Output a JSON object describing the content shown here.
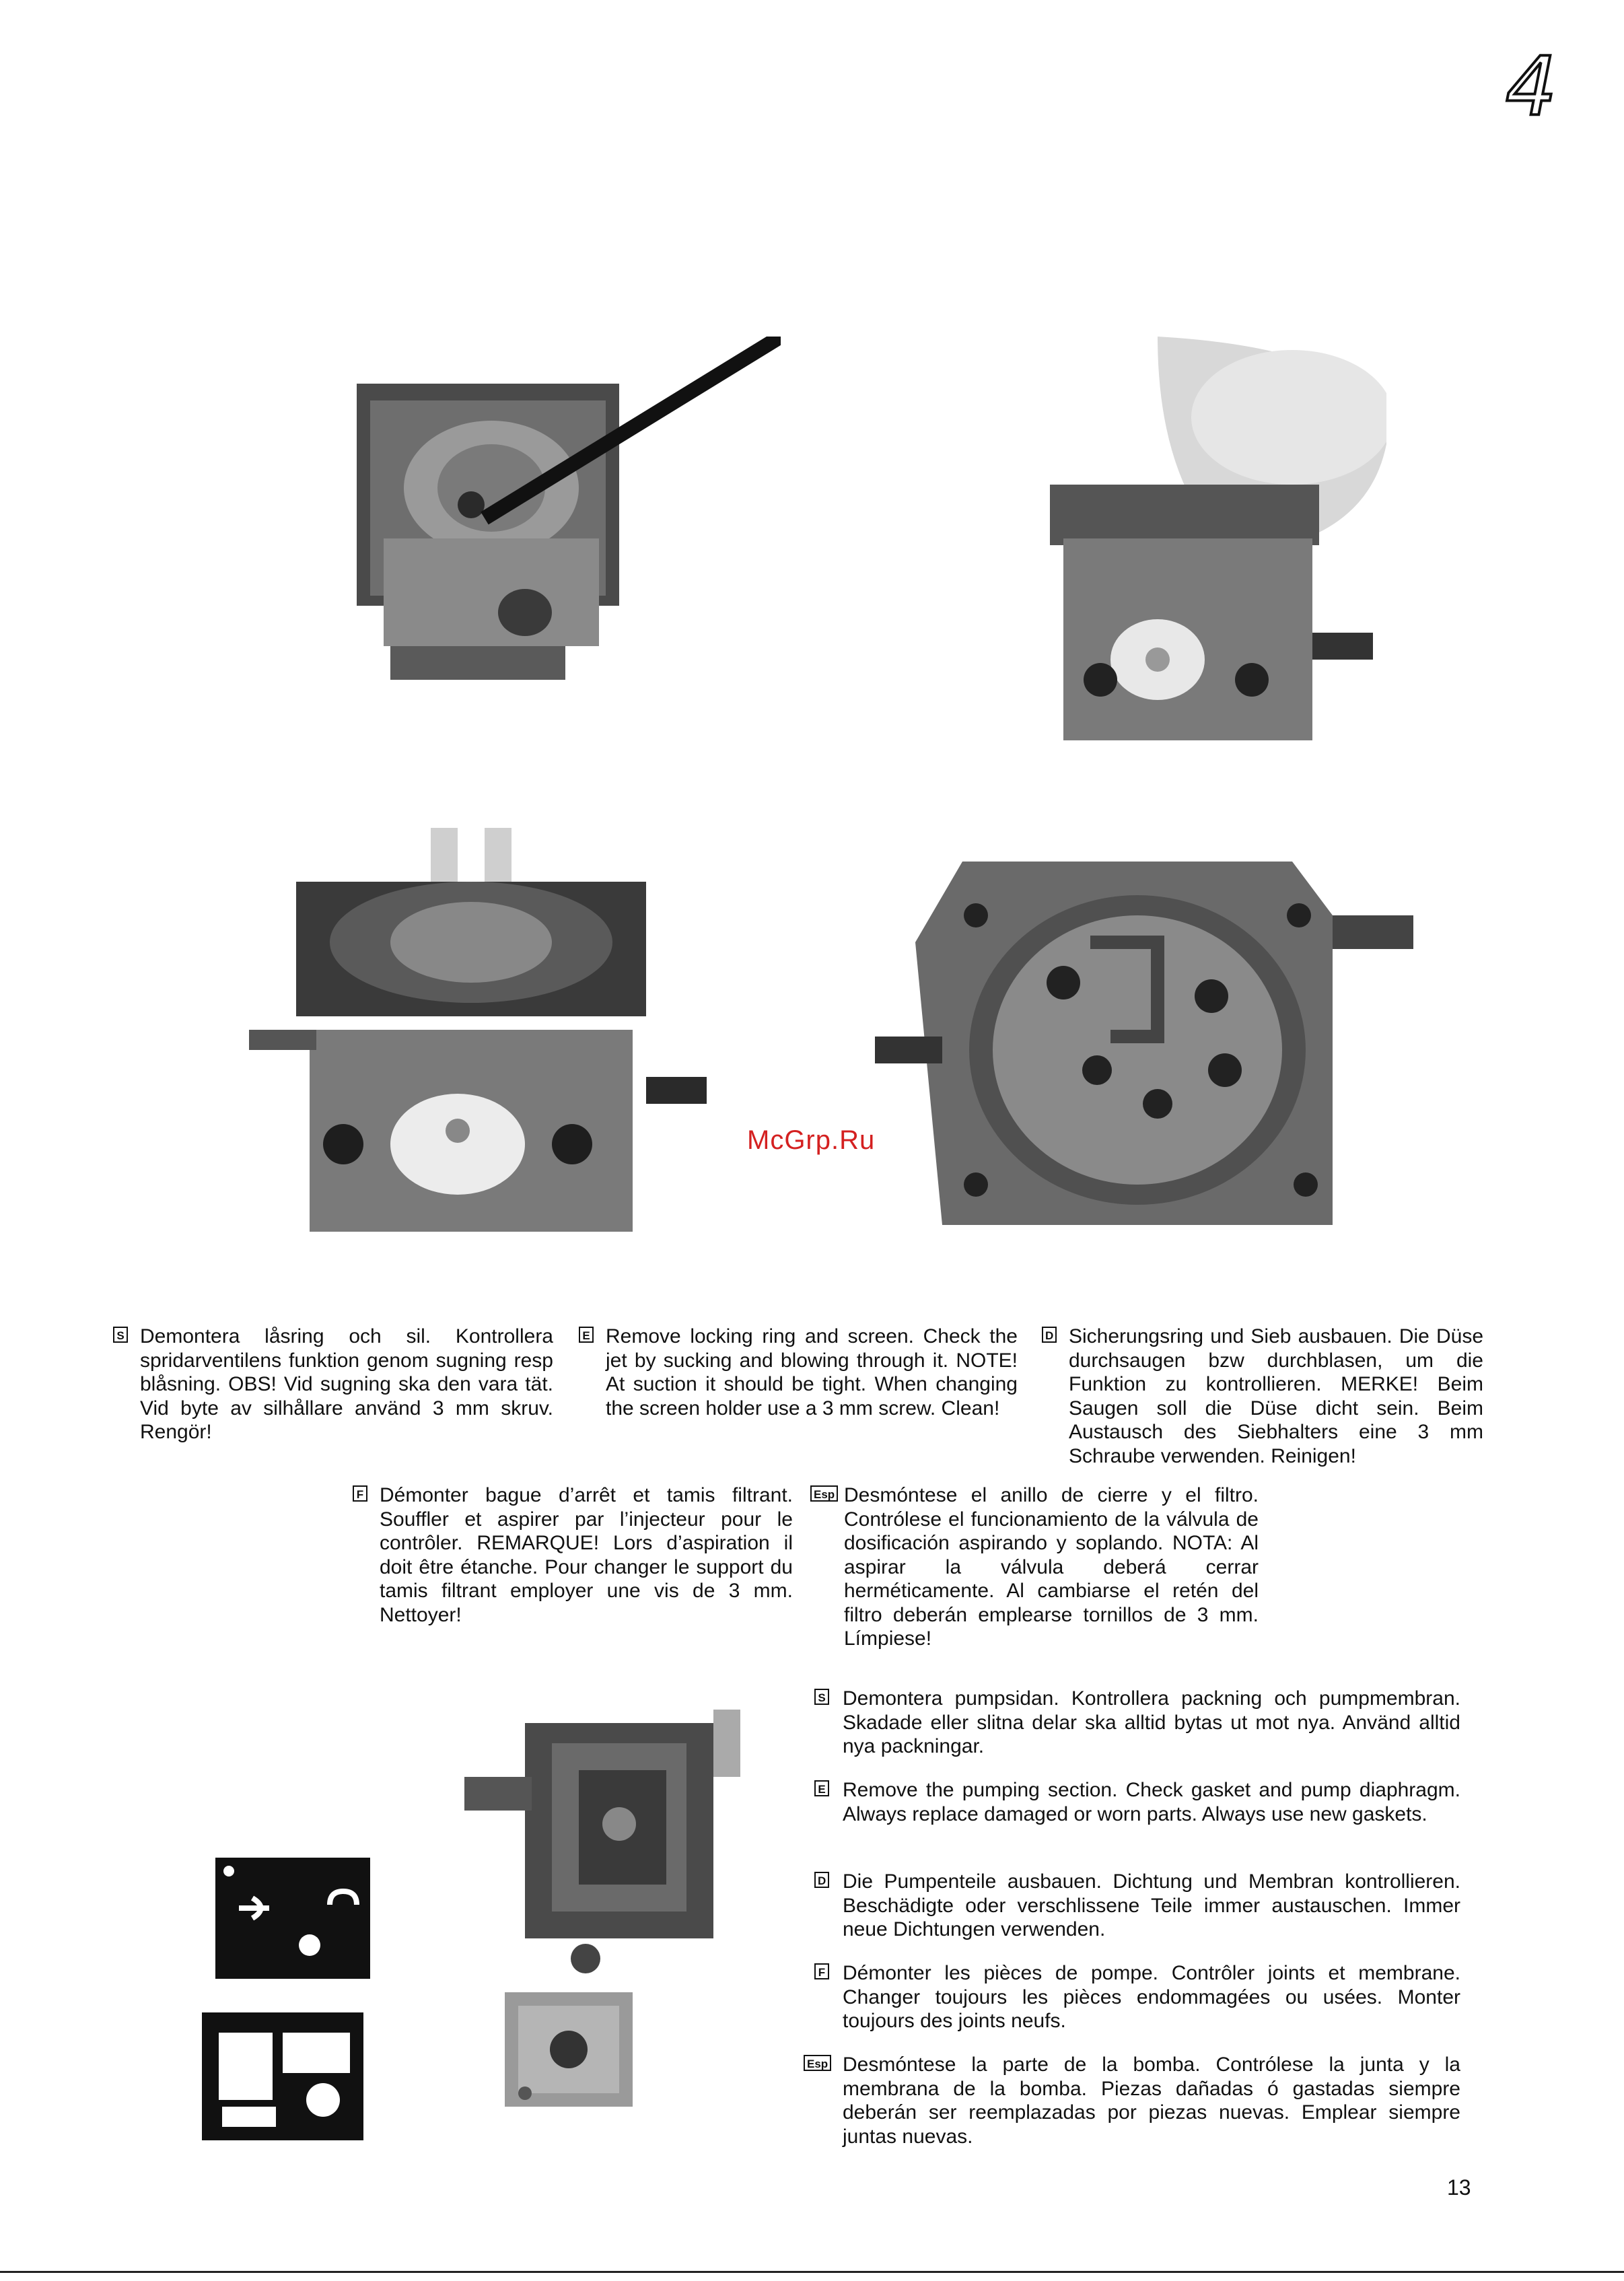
{
  "page": {
    "chapter_number": "4",
    "watermark": "McGrp.Ru",
    "page_number": "13"
  },
  "images": {
    "photo1": "carburetor-with-probe",
    "photo2": "carburetor-hand-held",
    "photo3": "carburetor-jet-screen",
    "photo4": "carburetor-metering-chamber",
    "photo5": "carburetor-pump-section",
    "gasket1": "pump-gasket",
    "gasket2": "pump-diaphragm-gasket",
    "pump_cover": "pump-cover"
  },
  "section1": {
    "s": {
      "badge": "S",
      "text": "Demontera låsring och sil. Kontrollera spridarventilens funktion genom sugning resp blåsning. OBS! Vid sugning ska den vara tät. Vid byte av silhållare använd 3 mm skruv. Rengör!"
    },
    "e": {
      "badge": "E",
      "text": "Remove locking ring and screen. Check the jet by sucking and blowing through it. NOTE! At suction it should be tight. When changing the screen holder use a 3 mm screw. Clean!"
    },
    "d": {
      "badge": "D",
      "text": "Sicherungsring und Sieb ausbauen. Die Düse durchsaugen bzw durchblasen, um die Funktion zu kontrollieren. MERKE! Beim Saugen soll die Düse dicht sein. Beim Austausch des Siebhalters eine 3 mm Schraube verwenden. Reinigen!"
    },
    "f": {
      "badge": "F",
      "text": "Démonter bague d’arrêt et tamis filtrant. Souffler et aspirer par l’injecteur pour le contrôler. REMARQUE! Lors d’aspiration il doit être étanche. Pour changer le support du tamis filtrant employer une vis de 3 mm. Nettoyer!"
    },
    "esp": {
      "badge": "Esp",
      "text": "Desmóntese el anillo de cierre y el filtro. Contrólese el funcionamiento de la válvula de dosificación aspirando y soplando. NOTA: Al aspirar la válvula deberá cerrar herméticamente. Al cambiarse el retén del filtro deberán emplearse tornillos de 3 mm. Límpiese!"
    }
  },
  "section2": {
    "s": {
      "badge": "S",
      "text": "Demontera pumpsidan. Kontrollera packning och pumpmembran. Skadade eller slitna delar ska alltid bytas ut mot nya. Använd alltid nya packningar."
    },
    "e": {
      "badge": "E",
      "text": "Remove the pumping section. Check gasket and pump diaphragm. Always replace damaged or worn parts. Always use new gaskets."
    },
    "d": {
      "badge": "D",
      "text": "Die Pumpenteile ausbauen. Dichtung und Membran kontrollieren. Beschädigte oder verschlissene Teile immer austauschen. Immer neue Dichtungen verwenden."
    },
    "f": {
      "badge": "F",
      "text": "Démonter les pièces de pompe. Contrôler joints et membrane. Changer toujours les pièces endommagées ou usées. Monter toujours des joints neufs."
    },
    "esp": {
      "badge": "Esp",
      "text": "Desmóntese la parte de la bomba. Contrólese la junta y la membrana de la bomba. Piezas dañadas ó gastadas siempre deberán ser reemplazadas por piezas nuevas. Emplear siempre juntas nuevas."
    }
  }
}
